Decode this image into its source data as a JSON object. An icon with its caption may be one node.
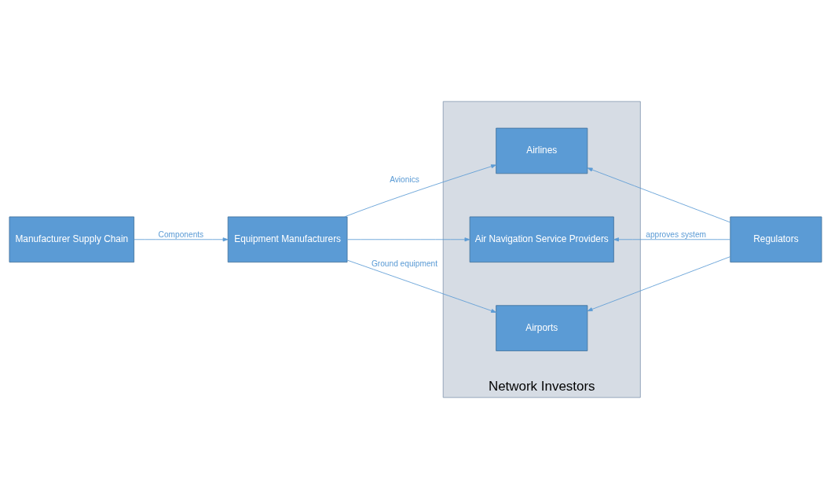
{
  "diagram": {
    "nodes": [
      {
        "text": [
          "Manufacturer Supply Chain"
        ]
      },
      {
        "text": [
          "Equipment Manufacturers"
        ]
      },
      {
        "text": [
          "Network Investors"
        ]
      },
      {
        "text": [
          "Airlines"
        ],
        "in": 2
      },
      {
        "text": [
          "Air Navigation Service Providers"
        ],
        "in": 2
      },
      {
        "text": [
          "Airports"
        ],
        "in": 2
      },
      {
        "text": [
          "Regulators"
        ]
      }
    ],
    "edges": [
      {
        "from": 0,
        "to": 1,
        "arrow": "to",
        "label": "Components"
      },
      {
        "from": 1,
        "to": 3,
        "arrow": "to",
        "label": "Avionics"
      },
      {
        "from": 1,
        "to": 4,
        "arrow": "to"
      },
      {
        "from": 1,
        "to": 5,
        "arrow": "to",
        "label": "Ground equipment"
      },
      {
        "from": 6,
        "to": 3,
        "arrow": "to"
      },
      {
        "from": 6,
        "to": 4,
        "arrow": "to",
        "label": "approves system"
      },
      {
        "from": 6,
        "to": 5,
        "arrow": "to"
      }
    ]
  }
}
